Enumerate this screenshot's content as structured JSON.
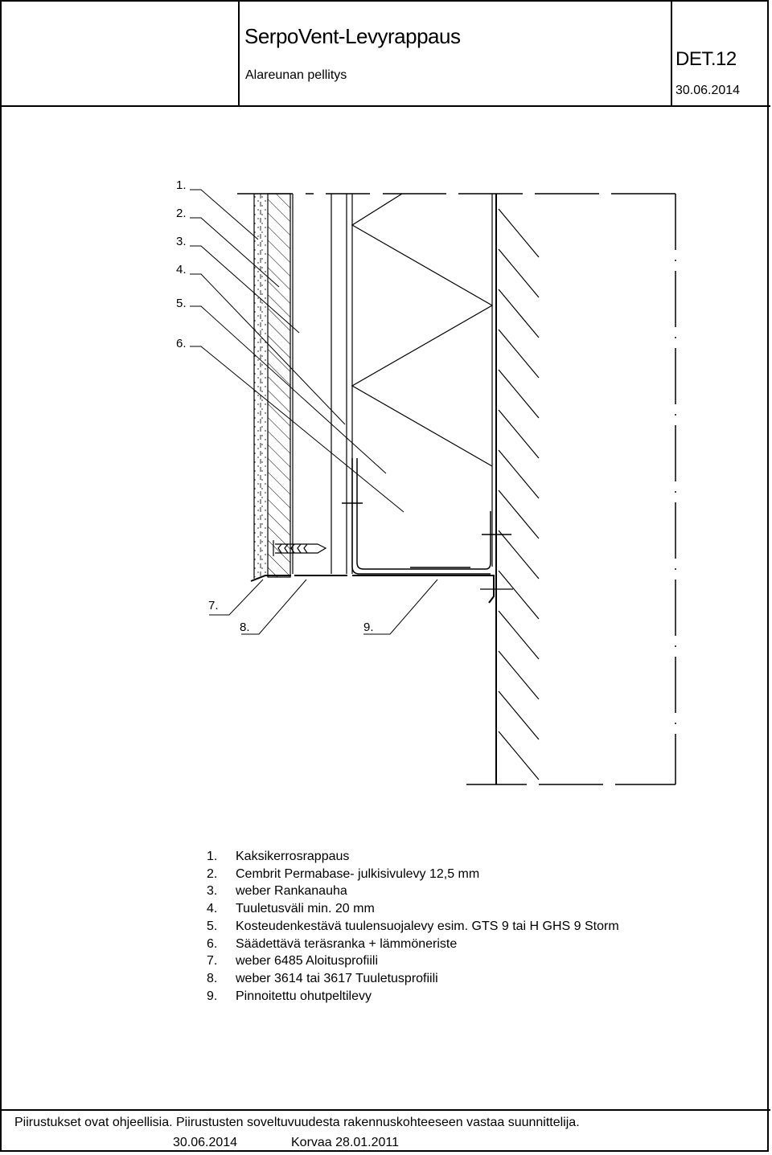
{
  "header": {
    "title": "SerpoVent-Levyrappaus",
    "subtitle": "Alareunan pellitys",
    "code": "DET.12",
    "date": "30.06.2014"
  },
  "callouts": [
    "1.",
    "2.",
    "3.",
    "4.",
    "5.",
    "6.",
    "7.",
    "8.",
    "9."
  ],
  "legend": [
    {
      "num": "1.",
      "text": "Kaksikerrosrappaus"
    },
    {
      "num": "2.",
      "text": "Cembrit Permabase- julkisivulevy 12,5 mm"
    },
    {
      "num": "3.",
      "text": "weber Rankanauha"
    },
    {
      "num": "4.",
      "text": "Tuuletusväli min. 20 mm"
    },
    {
      "num": "5.",
      "text": "Kosteudenkestävä tuulensuojalevy esim. GTS 9 tai H GHS 9 Storm"
    },
    {
      "num": "6.",
      "text": "Säädettävä teräsranka + lämmöneriste"
    },
    {
      "num": "7.",
      "text": "weber 6485 Aloitusprofiili"
    },
    {
      "num": "8.",
      "text": "weber 3614 tai 3617 Tuuletusprofiili"
    },
    {
      "num": "9.",
      "text": "Pinnoitettu ohutpeltilevy"
    }
  ],
  "footer": {
    "note": "Piirustukset ovat ohjeellisia. Piirustusten soveltuvuudesta rakennuskohteeseen vastaa suunnittelija.",
    "date": "30.06.2014",
    "replaces": "Korvaa 28.01.2011"
  }
}
